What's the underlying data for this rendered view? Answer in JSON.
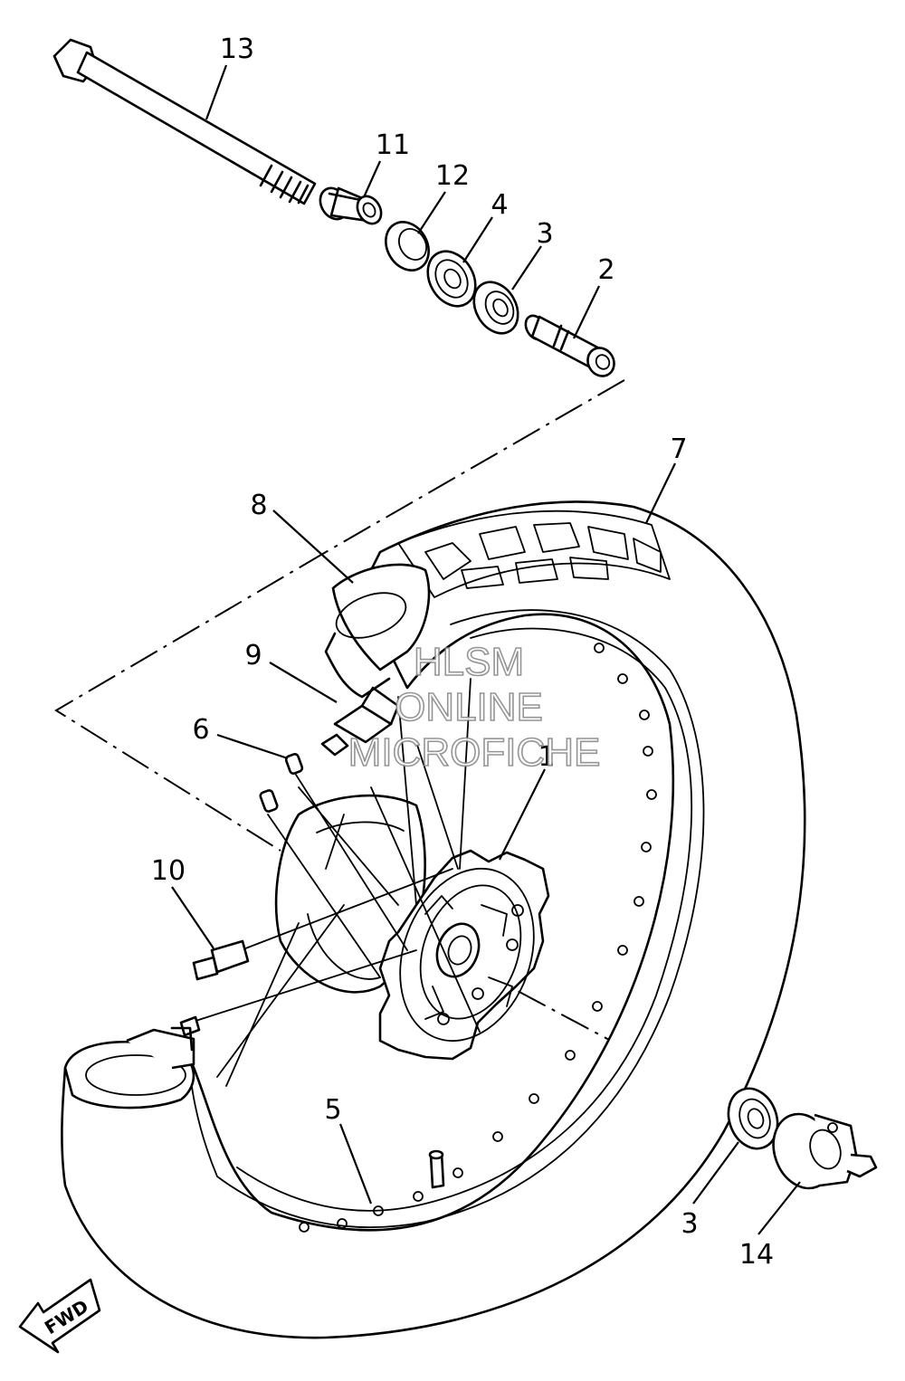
{
  "callouts": {
    "c1": "1",
    "c2": "2",
    "c3a": "3",
    "c3b": "3",
    "c4": "4",
    "c5": "5",
    "c6": "6",
    "c7": "7",
    "c8": "8",
    "c9": "9",
    "c10": "10",
    "c11": "11",
    "c12": "12",
    "c13": "13",
    "c14": "14"
  },
  "watermark": {
    "line1": "HLSM",
    "line2": "ONLINE",
    "line3": "MICROFICHE"
  },
  "direction_badge": "FWD",
  "colors": {
    "ink": "#000000",
    "paper": "#ffffff",
    "watermark": "#8a8a8a"
  }
}
